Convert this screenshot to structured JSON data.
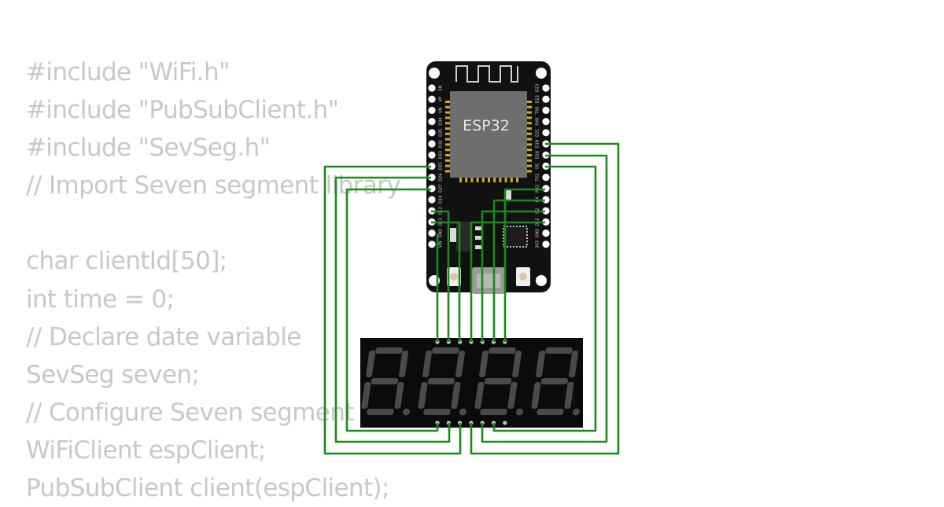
{
  "code": {
    "lines": [
      "#include \"WiFi.h\"",
      "#include \"PubSubClient.h\"",
      "#include \"SevSeg.h\"",
      "// Import Seven segment library",
      "",
      "char clientId[50];",
      "int time = 0;",
      "// Declare date variable",
      "SevSeg seven;",
      "// Configure Seven segment",
      "WiFiClient espClient;",
      "PubSubClient client(espClient);"
    ]
  },
  "board": {
    "chip_label": "ESP32",
    "left_pins": [
      "EN",
      "VP",
      "VN",
      "D34",
      "D35",
      "D32",
      "D33",
      "D25",
      "D26",
      "D27",
      "D14",
      "D12",
      "D13",
      "GND",
      "VIN"
    ],
    "right_pins": [
      "D23",
      "D22",
      "TX0",
      "RX0",
      "D21",
      "D19",
      "D18",
      "D5",
      "TX2",
      "RX2",
      "D4",
      "D2",
      "D15",
      "GND",
      "3V3"
    ]
  },
  "display": {
    "digits": 4
  },
  "colors": {
    "wire": "#1a8a1a",
    "board": "#111111",
    "module": "#6e6e6e",
    "segment_off": "#4a4a4a",
    "display_bg": "#0b0b0b",
    "code_text": "#c8c8c8"
  }
}
